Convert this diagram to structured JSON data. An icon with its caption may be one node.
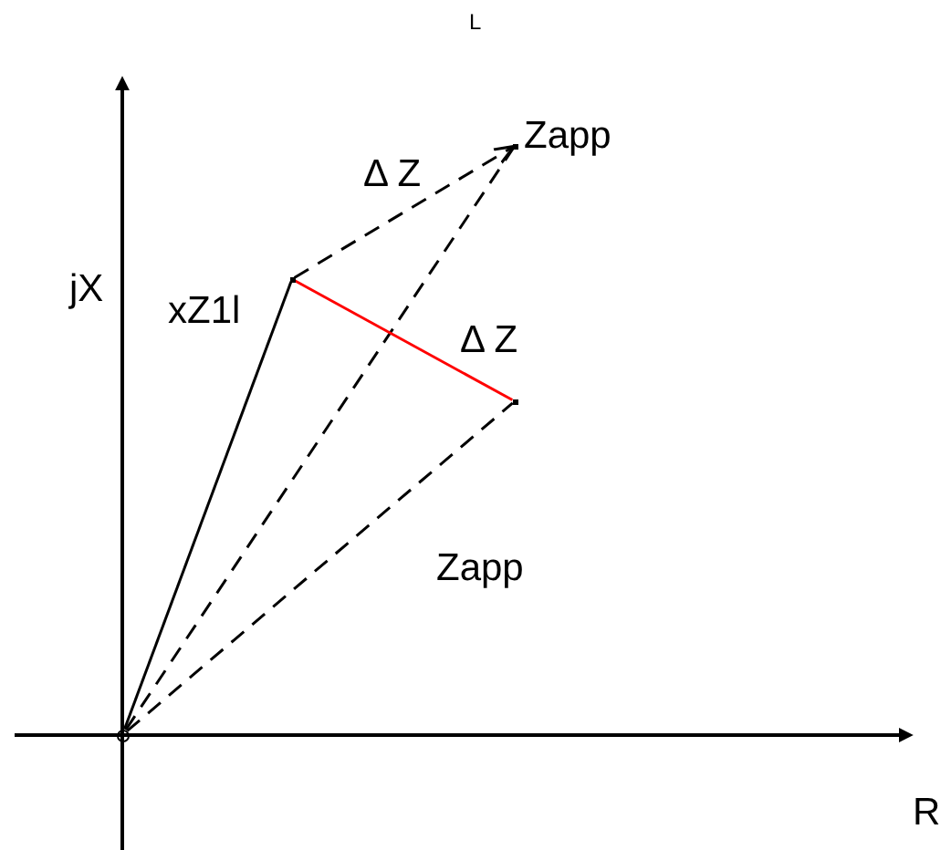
{
  "diagram": {
    "nodes": [
      {
        "text": [],
        "shape": "circle"
      },
      {
        "text": [],
        "shape": "point",
        "beside": [
          "xZ1l"
        ]
      },
      {
        "text": [],
        "shape": "point",
        "beside": [
          "Zapp"
        ]
      },
      {
        "text": [],
        "shape": "point"
      }
    ],
    "edges": [
      {
        "from": 0,
        "to": 1,
        "arrow": "none"
      },
      {
        "from": 1,
        "to": 2,
        "arrow": "to",
        "style": "dashed",
        "label": "Δ Z"
      },
      {
        "from": 0,
        "to": 2,
        "arrow": "none",
        "style": "dashed"
      },
      {
        "from": 0,
        "to": 3,
        "arrow": "none",
        "style": "dashed",
        "label": "Zapp"
      },
      {
        "from": 1,
        "to": 3,
        "arrow": "none",
        "color": "#ff0000",
        "label": "Δ Z"
      }
    ],
    "labels": [
      "L",
      "jX",
      "R"
    ]
  }
}
